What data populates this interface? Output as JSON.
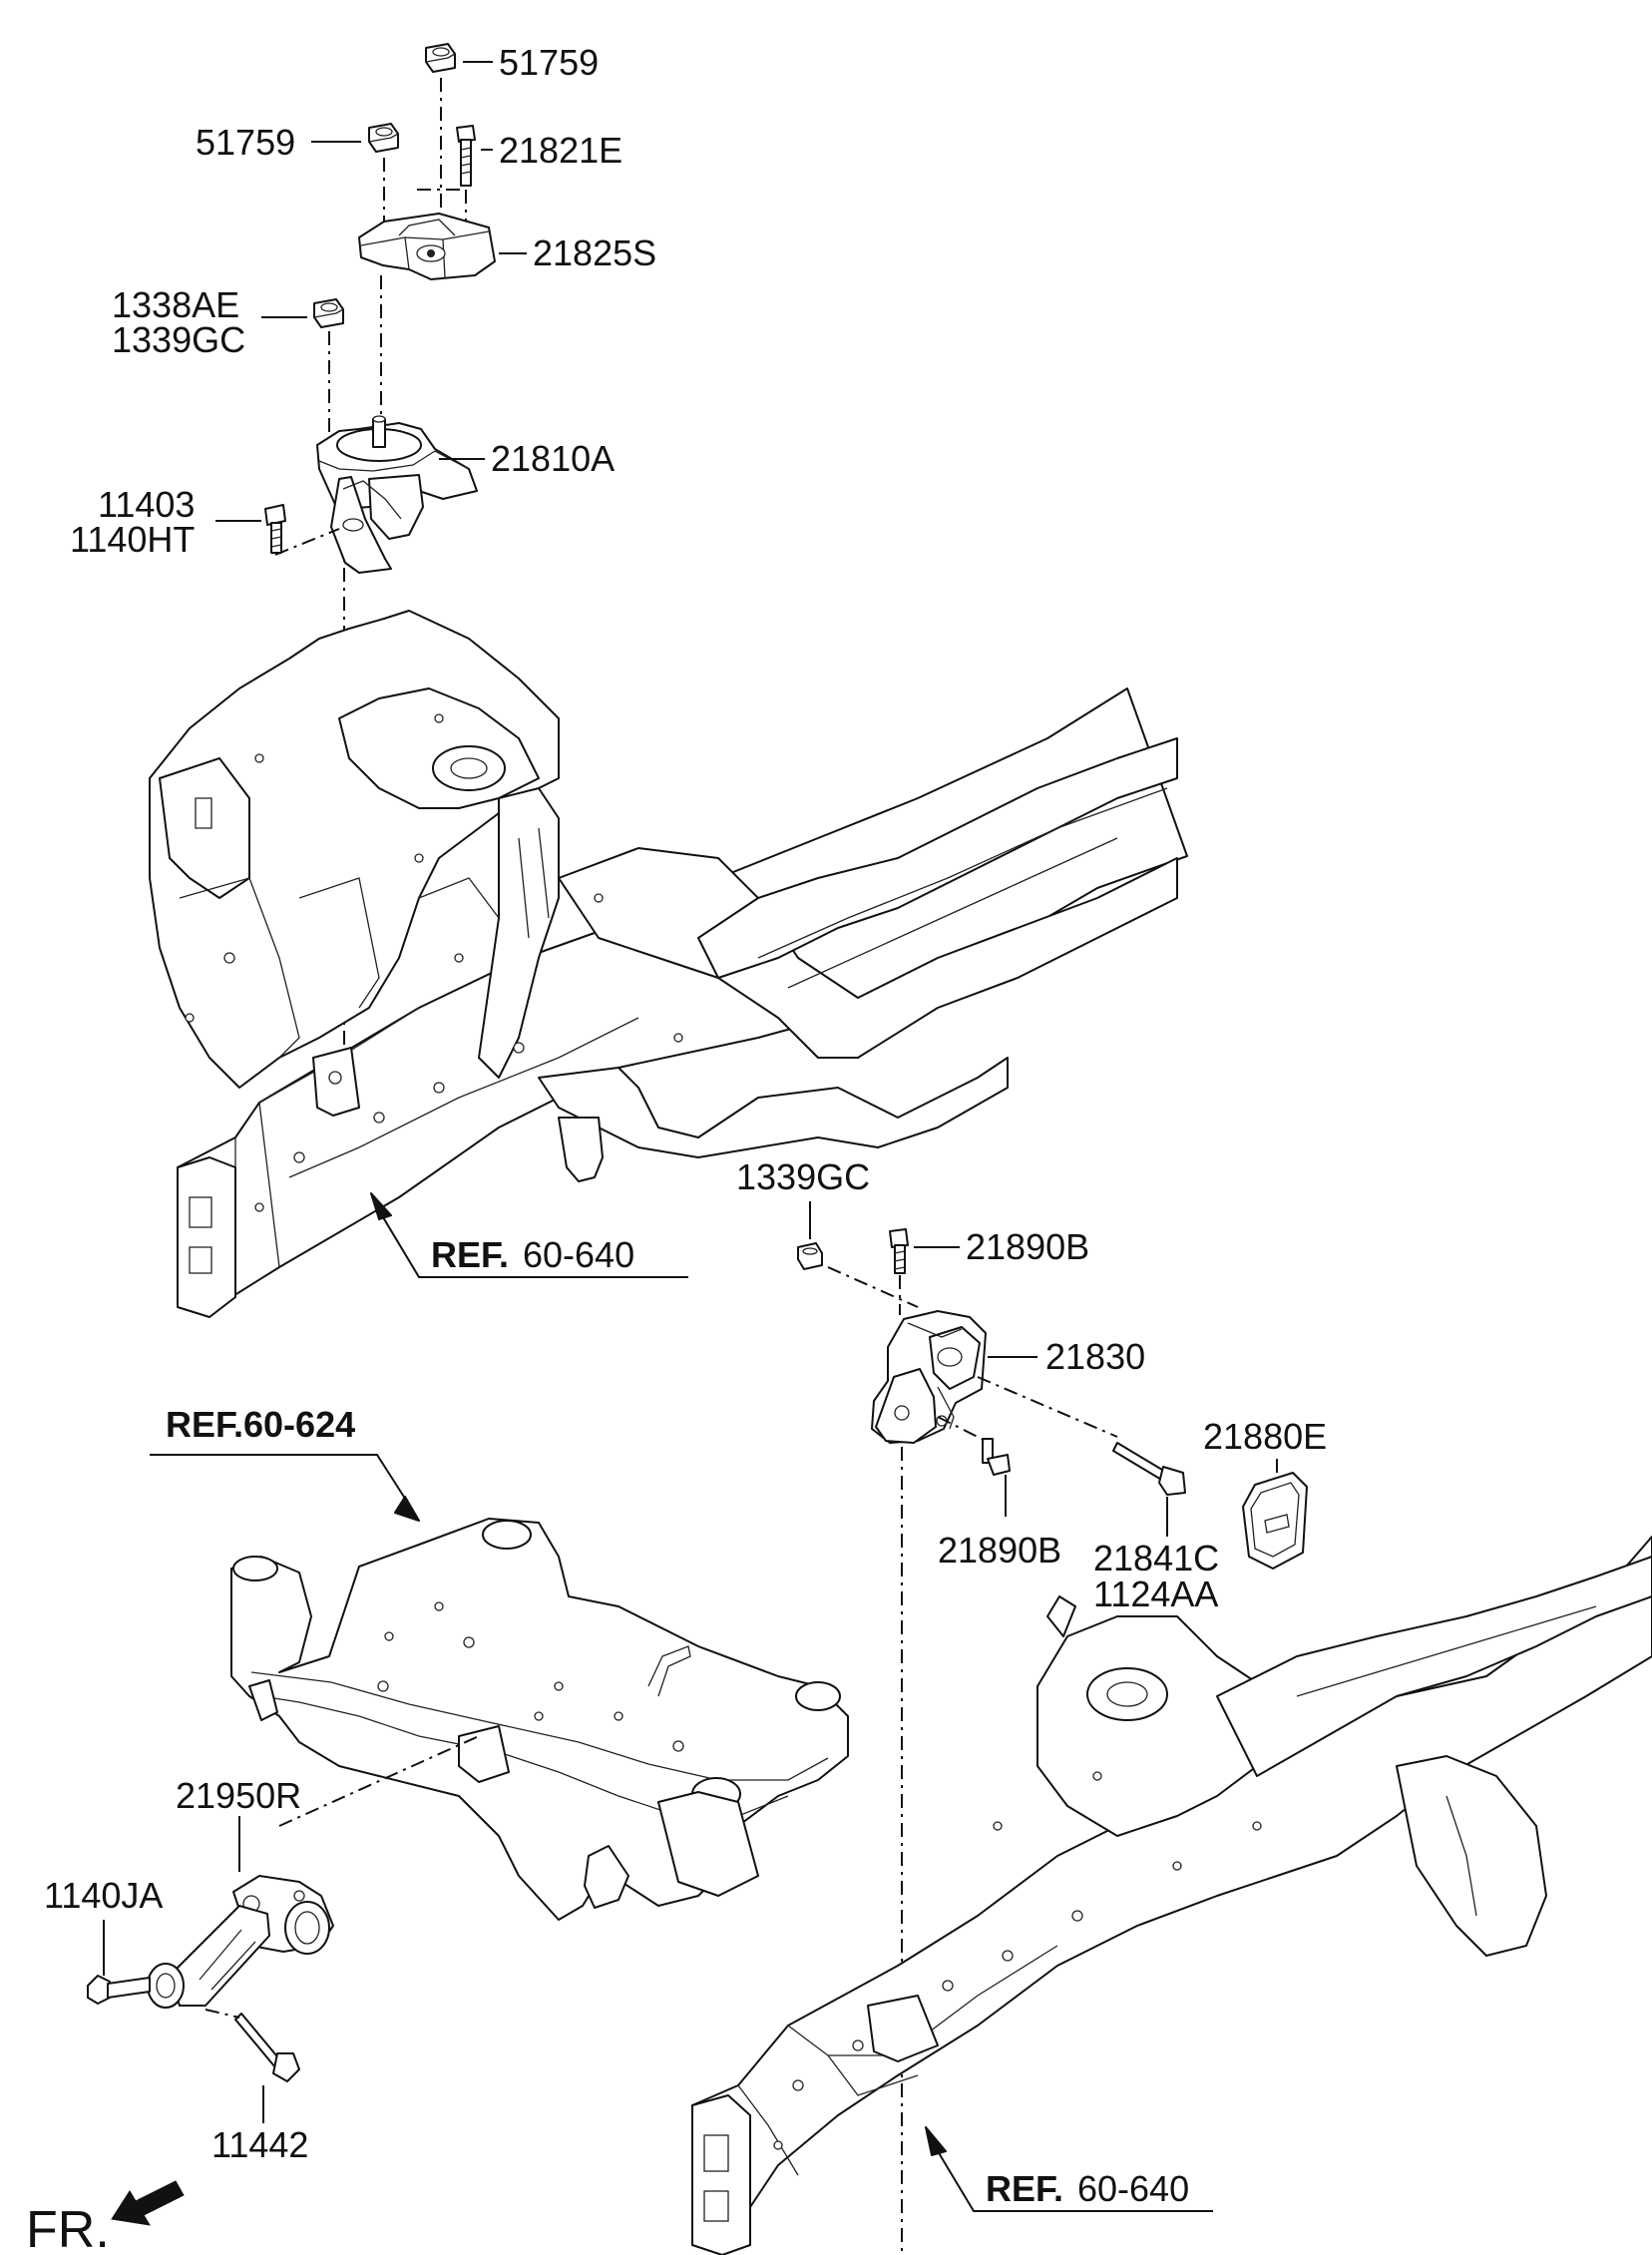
{
  "diagram": {
    "labels": {
      "nut_51759_top": "51759",
      "nut_51759_left": "51759",
      "bolt_21821E": "21821E",
      "bracket_21825S": "21825S",
      "nut_1338AE": "1338AE",
      "nut_1339GC_upper": "1339GC",
      "mount_21810A": "21810A",
      "bolt_11403": "11403",
      "bolt_1140HT": "1140HT",
      "nut_1339GC_mid": "1339GC",
      "bolt_21890B_top": "21890B",
      "mount_21830": "21830",
      "cover_21880E": "21880E",
      "bolt_21890B_bottom": "21890B",
      "bolt_21841C": "21841C",
      "bolt_1124AA": "1124AA",
      "roll_rod_21950R": "21950R",
      "bolt_1140JA": "1140JA",
      "bolt_11442": "11442"
    },
    "references": {
      "ref_top_bold": "REF.",
      "ref_top_num": "60-640",
      "ref_sub": "REF.60-624",
      "ref_bottom_bold": "REF.",
      "ref_bottom_num": "60-640"
    },
    "front_marker": "FR."
  }
}
